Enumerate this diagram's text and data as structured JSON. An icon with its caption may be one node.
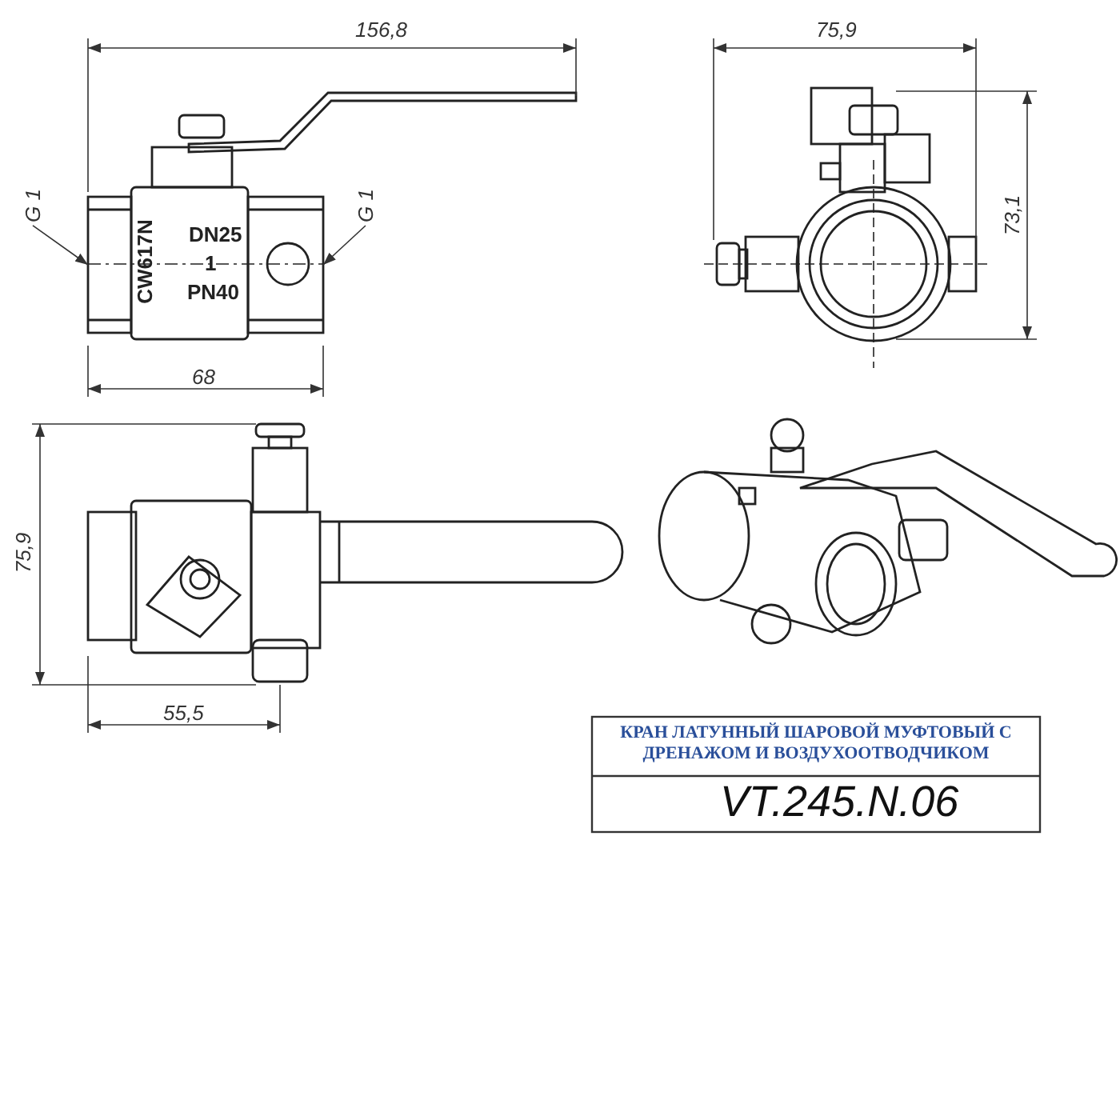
{
  "diagram": {
    "nodes": [
      {
        "text": [
          "G 1"
        ]
      },
      {
        "text": [
          "G 1"
        ]
      },
      {
        "text": [],
        "shape": "box"
      },
      {
        "text": [],
        "shape": "box"
      }
    ],
    "edges": [
      {
        "from": 0,
        "to": 2,
        "arrow": "to"
      },
      {
        "from": 1,
        "to": 3,
        "arrow": "to"
      }
    ],
    "labels": [
      "156,8",
      "75,9",
      "CW617N",
      "DN25",
      "1",
      "PN40",
      "73,1",
      "68",
      "75,9",
      "55,5",
      "КРАН ЛАТУННЫЙ ШАРОВОЙ МУФТОВЫЙ С ДРЕНАЖОМ И ВОЗДУХООТВОДЧИКОМ",
      "VT.245.N.06"
    ]
  }
}
